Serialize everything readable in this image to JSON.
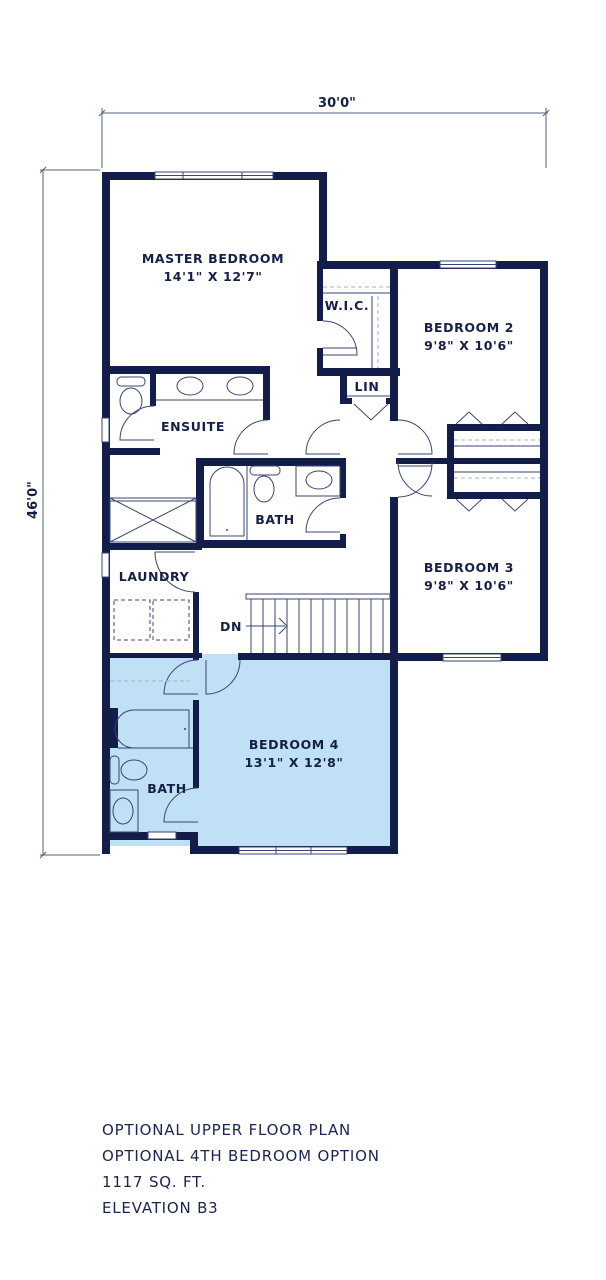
{
  "dimensions": {
    "width_label": "30'0\"",
    "depth_label": "46'0\""
  },
  "rooms": {
    "master_bedroom": {
      "name": "MASTER BEDROOM",
      "size": "14'1\" X 12'7\""
    },
    "wic": {
      "name": "W.I.C."
    },
    "lin": {
      "name": "LIN"
    },
    "bedroom2": {
      "name": "BEDROOM 2",
      "size": "9'8\" X 10'6\""
    },
    "ensuite": {
      "name": "ENSUITE"
    },
    "bath_main": {
      "name": "BATH"
    },
    "bedroom3": {
      "name": "BEDROOM 3",
      "size": "9'8\" X 10'6\""
    },
    "laundry": {
      "name": "LAUNDRY"
    },
    "stairs": {
      "label": "DN"
    },
    "bedroom4": {
      "name": "BEDROOM 4",
      "size": "13'1\" X 12'8\""
    },
    "bath_bedroom4": {
      "name": "BATH"
    }
  },
  "colors": {
    "wall": "#121d4a",
    "highlight_fill": "#bfe0f5",
    "text": "#151f48"
  },
  "caption": {
    "line1": "OPTIONAL UPPER FLOOR PLAN",
    "line2": "OPTIONAL 4TH BEDROOM OPTION",
    "line3": "1117 SQ. FT.",
    "line4": "ELEVATION B3"
  }
}
